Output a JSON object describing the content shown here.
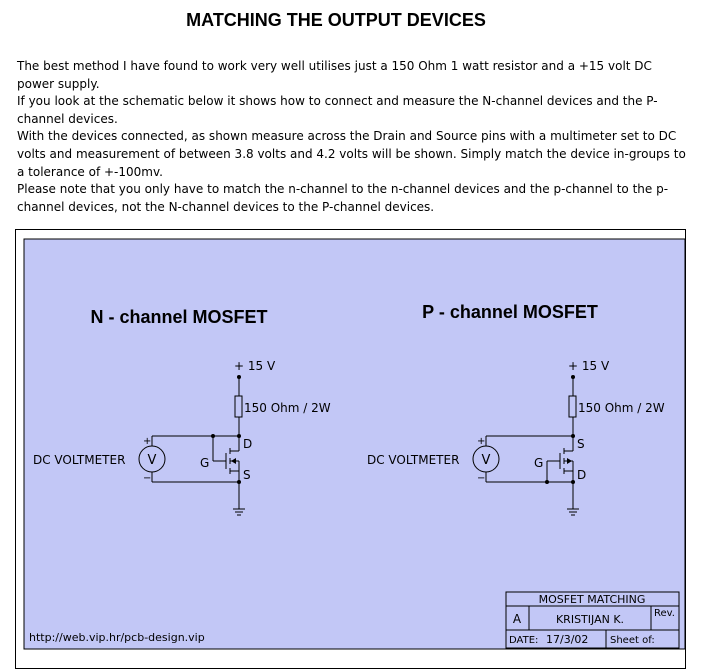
{
  "title": "MATCHING THE OUTPUT DEVICES",
  "paragraphs": [
    "The best method I have found to work very well utilises just a 150 Ohm 1 watt resistor and a +15 volt DC power supply.",
    "If you look at the schematic below it shows how to connect and measure the N-channel devices and the P-channel devices.",
    "With the devices connected, as shown measure across the Drain and Source pins with a multimeter set to DC volts and measurement of between 3.8 volts and 4.2 volts will be shown. Simply match the device in-groups to a tolerance of +-100mv.",
    "Please note that you only have to match the n-channel to the n-channel devices and the p-channel to the p-channel devices, not the N-channel devices to the P-channel devices."
  ],
  "schematic": {
    "background_color": "#c2c7f6",
    "n_channel": {
      "heading": "N - channel MOSFET",
      "supply_label": "+ 15 V",
      "resistor_label": "150 Ohm / 2W",
      "voltmeter_label": "DC VOLTMETER",
      "meter_symbol": "V",
      "plus": "+",
      "minus": "−",
      "gate": "G",
      "top_pin": "D",
      "bottom_pin": "S"
    },
    "p_channel": {
      "heading": "P - channel MOSFET",
      "supply_label": "+ 15 V",
      "resistor_label": "150 Ohm / 2W",
      "voltmeter_label": "DC VOLTMETER",
      "meter_symbol": "V",
      "plus": "+",
      "minus": "−",
      "gate": "G",
      "top_pin": "S",
      "bottom_pin": "D"
    },
    "url": "http://web.vip.hr/pcb-design.vip",
    "title_block": {
      "name": "MOSFET MATCHING",
      "size": "A",
      "author": "KRISTIJAN K.",
      "rev_label": "Rev.",
      "date_label": "DATE:",
      "date": "17/3/02",
      "sheet_label": "Sheet of:"
    }
  }
}
